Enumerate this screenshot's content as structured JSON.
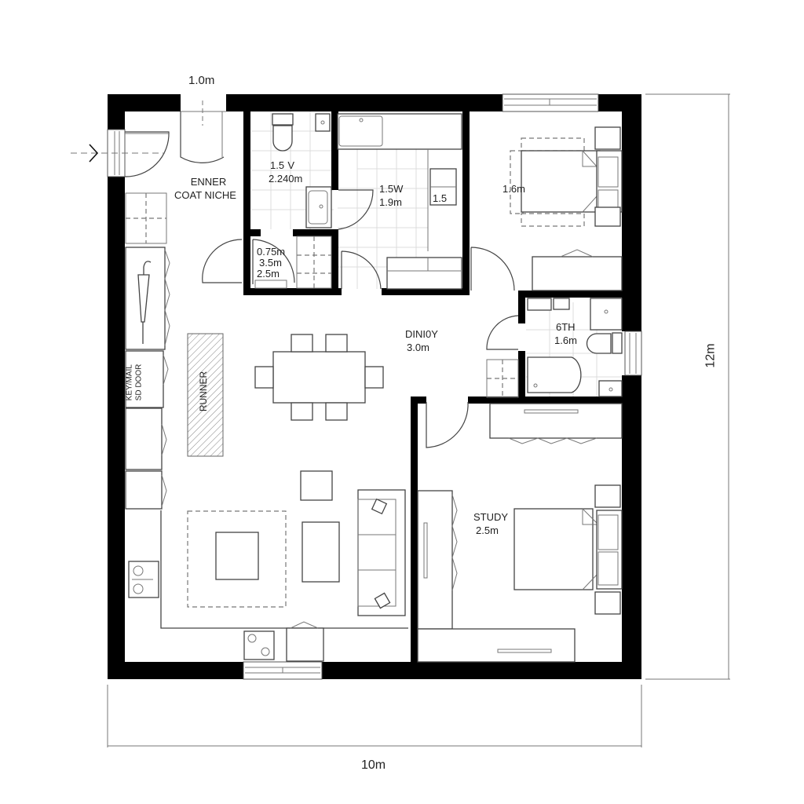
{
  "plan": {
    "overall_dimensions": {
      "width": "10m",
      "height": "12m",
      "entry_door_width": "1.0m"
    },
    "entry_arrow": ">",
    "rooms": [
      {
        "id": "entry",
        "lines": [
          "ENNER",
          "COAT NICHE"
        ]
      },
      {
        "id": "wc",
        "lines": [
          "1.5 V",
          "2.240m"
        ]
      },
      {
        "id": "closet",
        "lines": [
          "0.75m",
          "3.5m",
          "2.5m"
        ]
      },
      {
        "id": "bath-upper",
        "lines": [
          "1.5W",
          "1.9m"
        ]
      },
      {
        "id": "vanity",
        "lines": [
          "1.5"
        ]
      },
      {
        "id": "bedroom",
        "lines": [
          "1.6m"
        ]
      },
      {
        "id": "dining",
        "lines": [
          "DINI0Y",
          "3.0m"
        ]
      },
      {
        "id": "bath-lower",
        "lines": [
          "6TH",
          "1.6m"
        ]
      },
      {
        "id": "study",
        "lines": [
          "STUDY",
          "2.5m"
        ]
      }
    ],
    "hall_labels": {
      "runner": "RUNNER",
      "key_shelf": [
        "KEY/MAIL",
        "SD DOOR"
      ]
    },
    "colors": {
      "wall": "#000000",
      "line": "#444444",
      "tile": "#dcdcdc",
      "background": "#ffffff"
    }
  }
}
